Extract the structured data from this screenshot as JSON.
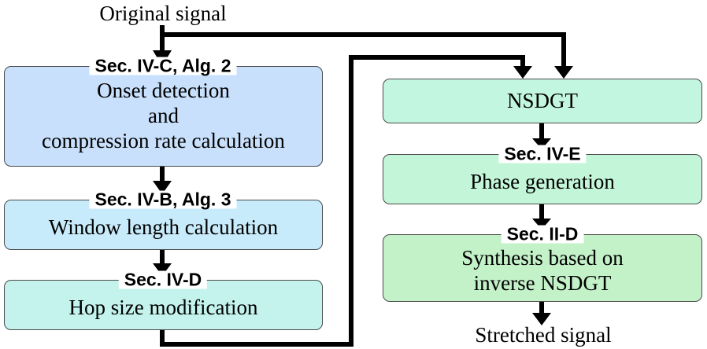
{
  "input_label": "Original signal",
  "output_label": "Stretched signal",
  "left_column": [
    {
      "section": "Sec. IV-C, Alg. 2",
      "lines": [
        "Onset detection",
        "and",
        "compression rate calculation"
      ],
      "fill": "#c8e0fb"
    },
    {
      "section": "Sec. IV-B, Alg. 3",
      "lines": [
        "Window length calculation"
      ],
      "fill": "#c8ebfb"
    },
    {
      "section": "Sec. IV-D",
      "lines": [
        "Hop size modification"
      ],
      "fill": "#c3f3ec"
    }
  ],
  "right_column": [
    {
      "section": "",
      "lines": [
        "NSDGT"
      ],
      "fill": "#c3f6e0"
    },
    {
      "section": "Sec. IV-E",
      "lines": [
        "Phase generation"
      ],
      "fill": "#c3f6d8"
    },
    {
      "section": "Sec. II-D",
      "lines": [
        "Synthesis based on",
        "inverse NSDGT"
      ],
      "fill": "#c3f1c8"
    }
  ],
  "colors": {
    "stroke": "#000000",
    "border": "#4a4a4a"
  }
}
